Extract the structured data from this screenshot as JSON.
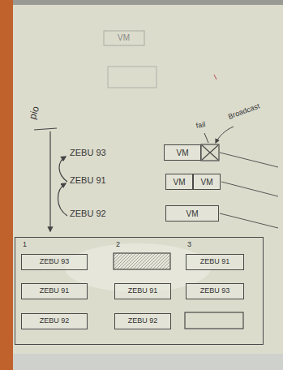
{
  "diagram": {
    "nodes": [
      {
        "text": [
          "VM"
        ]
      },
      {
        "text": [
          "VM"
        ]
      },
      {
        "text": [
          "VM"
        ]
      },
      {
        "text": [
          "VM"
        ]
      },
      {
        "text": [
          "1",
          "2",
          "3"
        ]
      },
      {
        "text": [
          "ZEBU 93"
        ],
        "in": 4
      },
      {
        "text": [
          "ZEBU 91"
        ],
        "in": 4
      },
      {
        "text": [
          "ZEBU 91"
        ],
        "in": 4
      },
      {
        "text": [
          "ZEBU 91"
        ],
        "in": 4
      },
      {
        "text": [
          "ZEBU 93"
        ],
        "in": 4
      },
      {
        "text": [
          "ZEBU 92"
        ],
        "in": 4
      },
      {
        "text": [
          "ZEBU 92"
        ],
        "in": 4
      }
    ],
    "labels": [
      "VM",
      "pio",
      "ZEBU 93",
      "ZEBU 91",
      "ZEBU 92",
      "fail",
      "Broadcast"
    ]
  }
}
